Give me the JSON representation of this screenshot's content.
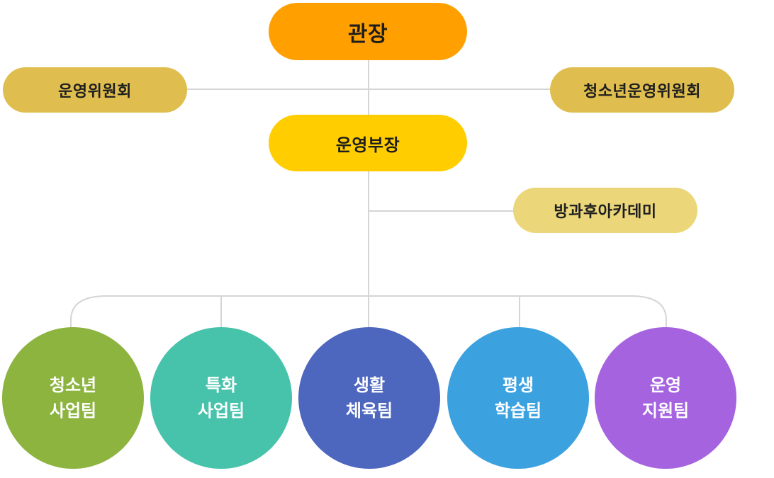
{
  "director": {
    "label": "관장",
    "color": "#ffa000"
  },
  "committees": [
    {
      "label": "운영위원회",
      "color": "#dfbe4f"
    },
    {
      "label": "청소년운영위원회",
      "color": "#dfbe4f"
    }
  ],
  "manager": {
    "label": "운영부장",
    "color": "#ffcd00"
  },
  "academy": {
    "label": "방과후아카데미",
    "color": "#ebd67a"
  },
  "teams": [
    {
      "line1": "청소년",
      "line2": "사업팀",
      "color": "#8cb43f"
    },
    {
      "line1": "특화",
      "line2": "사업팀",
      "color": "#46c3aa"
    },
    {
      "line1": "생활",
      "line2": "체육팀",
      "color": "#4d66be"
    },
    {
      "line1": "평생",
      "line2": "학습팀",
      "color": "#3ca2df"
    },
    {
      "line1": "운영",
      "line2": "지원팀",
      "color": "#a563df"
    }
  ],
  "connector_color": "#d5d5d5"
}
